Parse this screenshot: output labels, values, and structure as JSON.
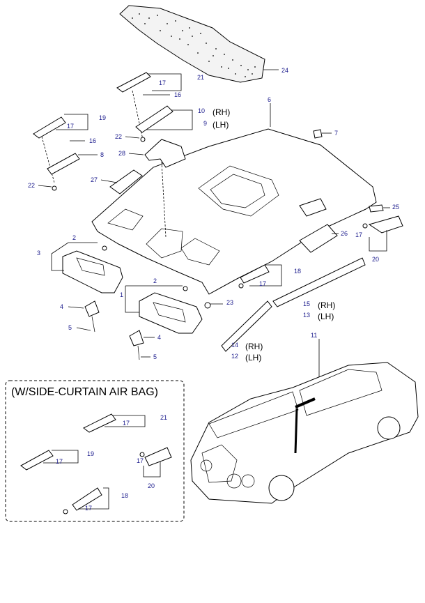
{
  "callouts": {
    "c1": "1",
    "c2a": "2",
    "c2b": "2",
    "c3": "3",
    "c4a": "4",
    "c4b": "4",
    "c5a": "5",
    "c5b": "5",
    "c6": "6",
    "c7": "7",
    "c8": "8",
    "c10": "10",
    "c9": "9",
    "rh1": "(RH)",
    "lh1": "(LH)",
    "c11": "11",
    "c12": "12",
    "c13": "13",
    "c14": "14",
    "c15": "15",
    "rh2": "(RH)",
    "lh2": "(LH)",
    "rh3": "(RH)",
    "lh3": "(LH)",
    "c16a": "16",
    "c16b": "16",
    "c17a": "17",
    "c17b": "17",
    "c17c": "17",
    "c17d": "17",
    "c18": "18",
    "c19": "19",
    "c20": "20",
    "c21": "21",
    "c22a": "22",
    "c22b": "22",
    "c23": "23",
    "c24": "24",
    "c25": "25",
    "c26": "26",
    "c27": "27",
    "c28": "28"
  },
  "inset": {
    "title": "(W/SIDE-CURTAIN AIR BAG)",
    "c21": "21",
    "c17a": "17",
    "c19": "19",
    "c17b": "17",
    "c17c": "17",
    "c20": "20",
    "c18": "18",
    "c17d": "17"
  },
  "colors": {
    "ink": "#000000",
    "callout": "#1a1a8c",
    "background": "#ffffff"
  }
}
